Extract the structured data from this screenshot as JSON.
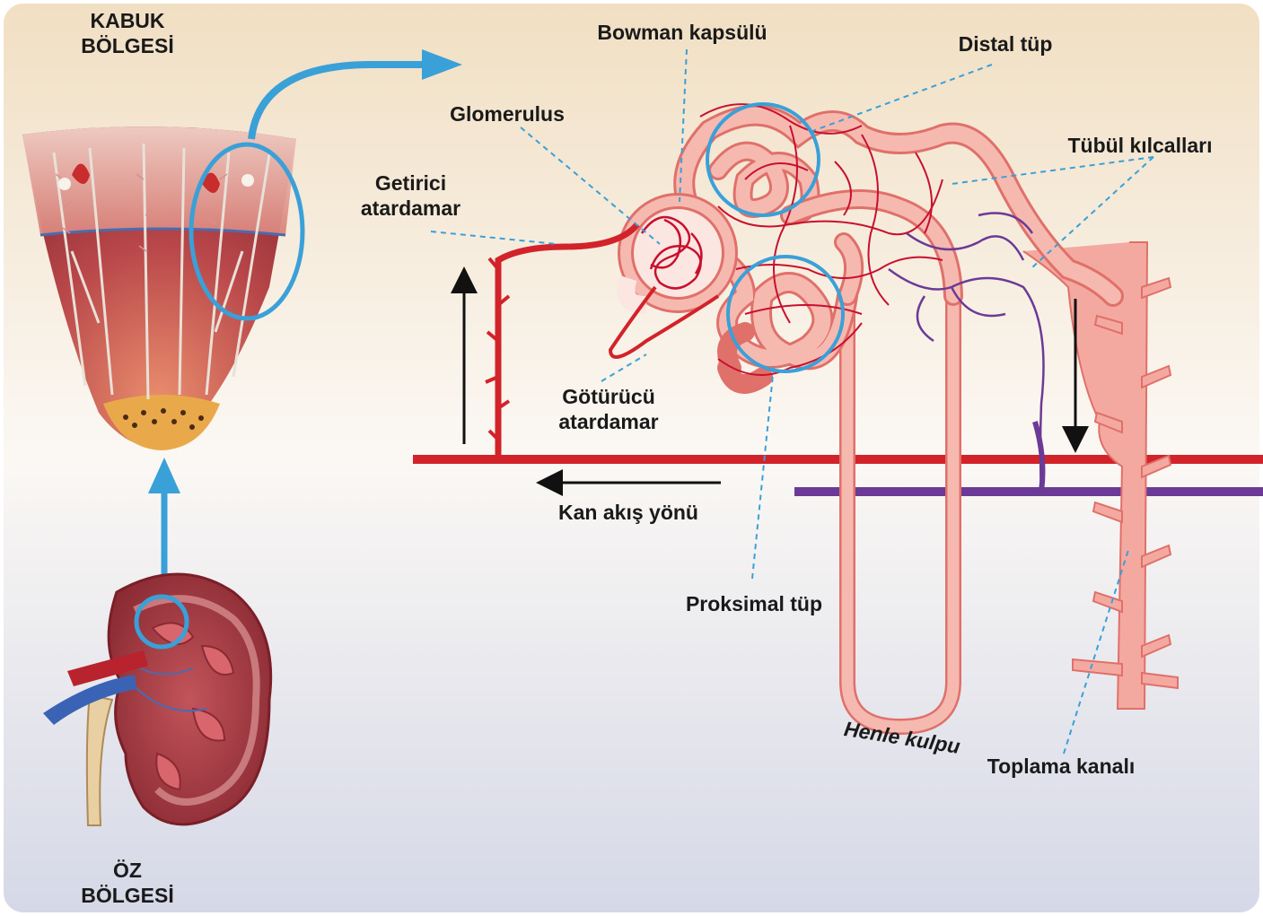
{
  "labels": {
    "kabuk": [
      "KABUK",
      "BÖLGESİ"
    ],
    "oz": [
      "ÖZ",
      "BÖLGESİ"
    ],
    "bowman": "Bowman kapsülü",
    "distal": "Distal tüp",
    "glomerulus": "Glomerulus",
    "tubul_kilcal": "Tübül kılcalları",
    "getirici": [
      "Getirici",
      "atardamar"
    ],
    "goturucu": [
      "Götürücü",
      "atardamar"
    ],
    "kan_akis": "Kan akış yönü",
    "proksimal": "Proksimal tüp",
    "henle": "Henle kulpu",
    "toplama": "Toplama kanalı"
  },
  "colors": {
    "highlight_circle": "#3aa0d8",
    "artery_red": "#d2232a",
    "vein_purple": "#6b3a96",
    "tubule_pink": "#f4a9a0",
    "tubule_edge": "#e0706a",
    "background_top": "#f3e3c9",
    "background_bottom": "#d9dbe8"
  }
}
